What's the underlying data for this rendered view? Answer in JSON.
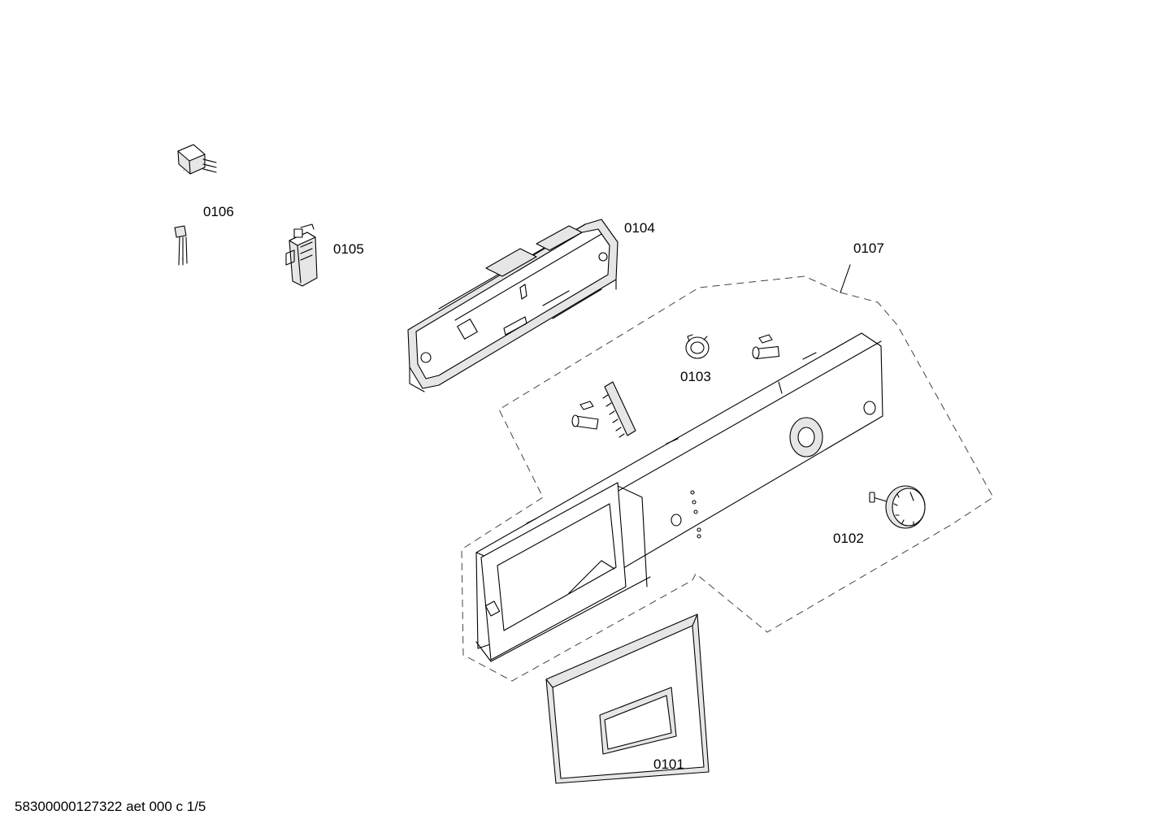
{
  "labels": {
    "p0101": "0101",
    "p0102": "0102",
    "p0103": "0103",
    "p0104": "0104",
    "p0105": "0105",
    "p0106": "0106",
    "p0107": "0107"
  },
  "footer": "58300000127322 aet 000 c 1/5"
}
